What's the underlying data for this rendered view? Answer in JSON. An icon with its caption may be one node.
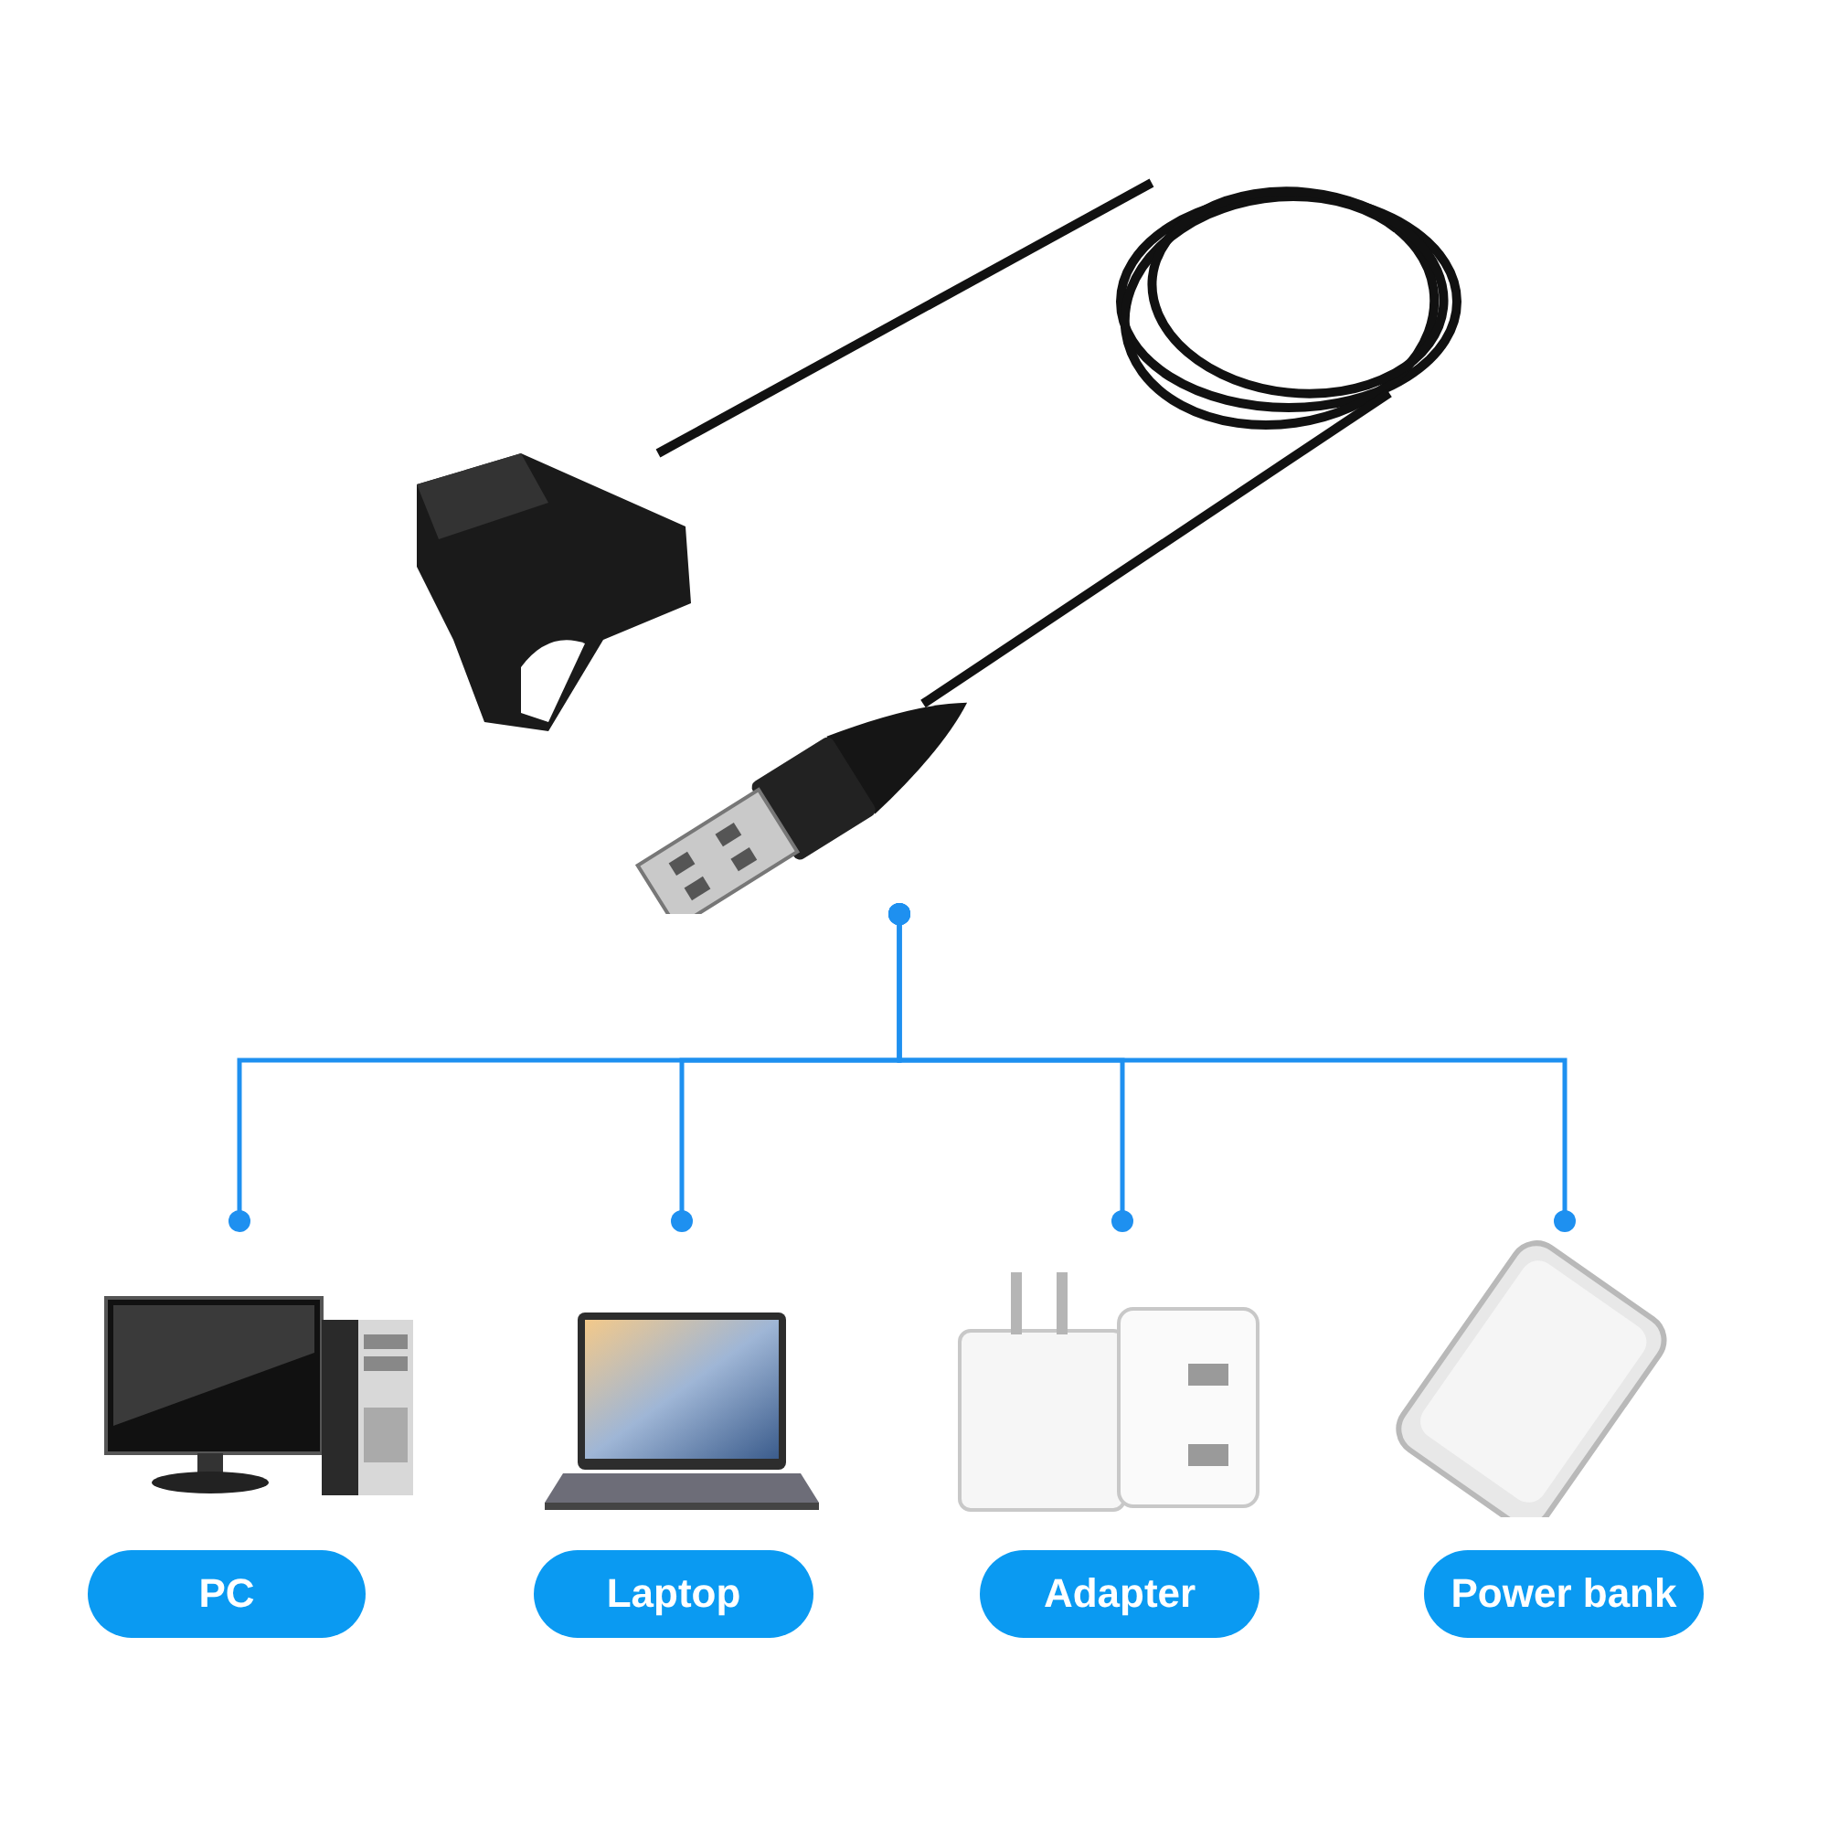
{
  "diagram": {
    "nodes": [
      {
        "text": [],
        "shape": "picture"
      },
      {
        "text": [],
        "shape": "picture"
      },
      {
        "text": [],
        "shape": "picture"
      },
      {
        "text": [],
        "shape": "picture"
      },
      {
        "text": [],
        "shape": "picture"
      },
      {
        "text": [
          "PC"
        ]
      },
      {
        "text": [
          "Laptop"
        ]
      },
      {
        "text": [
          "Adapter"
        ]
      },
      {
        "text": [
          "Power bank"
        ]
      }
    ],
    "edges": [
      {
        "from": 0,
        "to": 1,
        "arrow": "other"
      },
      {
        "from": 0,
        "to": 2,
        "arrow": "other"
      },
      {
        "from": 0,
        "to": 3,
        "arrow": "other"
      },
      {
        "from": 0,
        "to": 4,
        "arrow": "other"
      }
    ]
  }
}
